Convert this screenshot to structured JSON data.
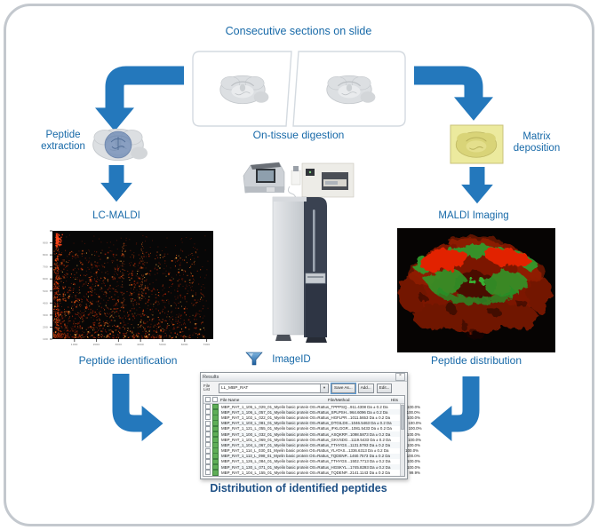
{
  "labels": {
    "consecutive_sections": "Consecutive sections on slide",
    "on_tissue_digestion": "On-tissue digestion",
    "peptide_extraction": "Peptide extraction",
    "lc_maldi": "LC-MALDI",
    "peptide_identification": "Peptide identification",
    "matrix_deposition": "Matrix deposition",
    "maldi_imaging": "MALDI Imaging",
    "peptide_distribution": "Peptide distribution",
    "image_id": "ImageID",
    "distribution_identified": "Distribution of identified peptides"
  },
  "colors": {
    "arrow_blue": "#2478bc",
    "label_blue": "#1769a8",
    "label_dark": "#1d4f85",
    "row_green": "#5fae57"
  },
  "results_window": {
    "title": "Results",
    "close_glyph": "×",
    "filter_label": "File List",
    "filter_value": "LL_MBP_RAT",
    "combo_arrow": "▾",
    "buttons": {
      "save_as": "Save As...",
      "add": "Add...",
      "edit": "Edit..."
    },
    "columns": {
      "file_name": "File Name",
      "file_method": "File/Method",
      "hits": "Hits"
    },
    "rows": [
      {
        "name": "MBP_RAT_1_105_L_029_01_Myelin basic protein OS=Rattus_TPPPSQ...",
        "method": "911.4308 Da ± 0.2 Da",
        "hits": "100.0%"
      },
      {
        "name": "MBP_RAT_1_106_L_057_01_Myelin basic protein OS=Rattus_SPLPSH...",
        "method": "964.6096 Da ± 0.2 Da",
        "hits": "100.0%"
      },
      {
        "name": "MBP_RAT_1_102_L_022_01_Myelin basic protein OS=Rattus_HGFLPR...",
        "method": "1011.5653 Da ± 0.2 Da",
        "hits": "100.0%"
      },
      {
        "name": "MBP_RAT_1_103_L_081_01_Myelin basic protein OS=Rattus_DTGILDS...",
        "method": "1046.5463 Da ± 0.2 Da",
        "hits": "100.0%"
      },
      {
        "name": "MBP_RAT_1_121_L_055_01_Myelin basic protein OS=Rattus_IFKLGGR...",
        "method": "1081.5433 Da ± 0.2 Da",
        "hits": "100.0%"
      },
      {
        "name": "MBP_RAT_1_100_L_032_01_Myelin basic protein OS=Rattus_ASQKRP...",
        "method": "1098.5873 Da ± 0.2 Da",
        "hits": "100.0%"
      },
      {
        "name": "MBP_RAT_1_101_L_069_01_Myelin basic protein OS=Rattus_GKVSDG...",
        "method": "1119.5433 Da ± 0.2 Da",
        "hits": "100.0%"
      },
      {
        "name": "MBP_RAT_1_104_L_067_01_Myelin basic protein OS=Rattus_TTHYGS...",
        "method": "1131.5793 Da ± 0.2 Da",
        "hits": "100.0%"
      },
      {
        "name": "MBP_RAT_1_114_L_030_01_Myelin basic protein OS=Rattus_YLATAS...",
        "method": "1336.6313 Da ± 0.2 Da",
        "hits": "100.0%"
      },
      {
        "name": "MBP_RAT_1_113_L_098_01_Myelin basic protein OS=Rattus_TQDENP...",
        "method": "1460.7573 Da ± 0.2 Da",
        "hits": "100.0%"
      },
      {
        "name": "MBP_RAT_1_126_L_084_01_Myelin basic protein OS=Rattus_TTHYGS...",
        "method": "1502.7713 Da ± 0.2 Da",
        "hits": "100.0%"
      },
      {
        "name": "MBP_RAT_1_130_L_071_01_Myelin basic protein OS=Rattus_HGSKYL...",
        "method": "1745.8293 Da ± 0.2 Da",
        "hits": "100.0%"
      },
      {
        "name": "MBP_RAT_1_104_L_155_01_Myelin basic protein OS=Rattus_TQDENP...",
        "method": "2141.1143 Da ± 0.2 Da",
        "hits": "99.9%"
      }
    ]
  }
}
